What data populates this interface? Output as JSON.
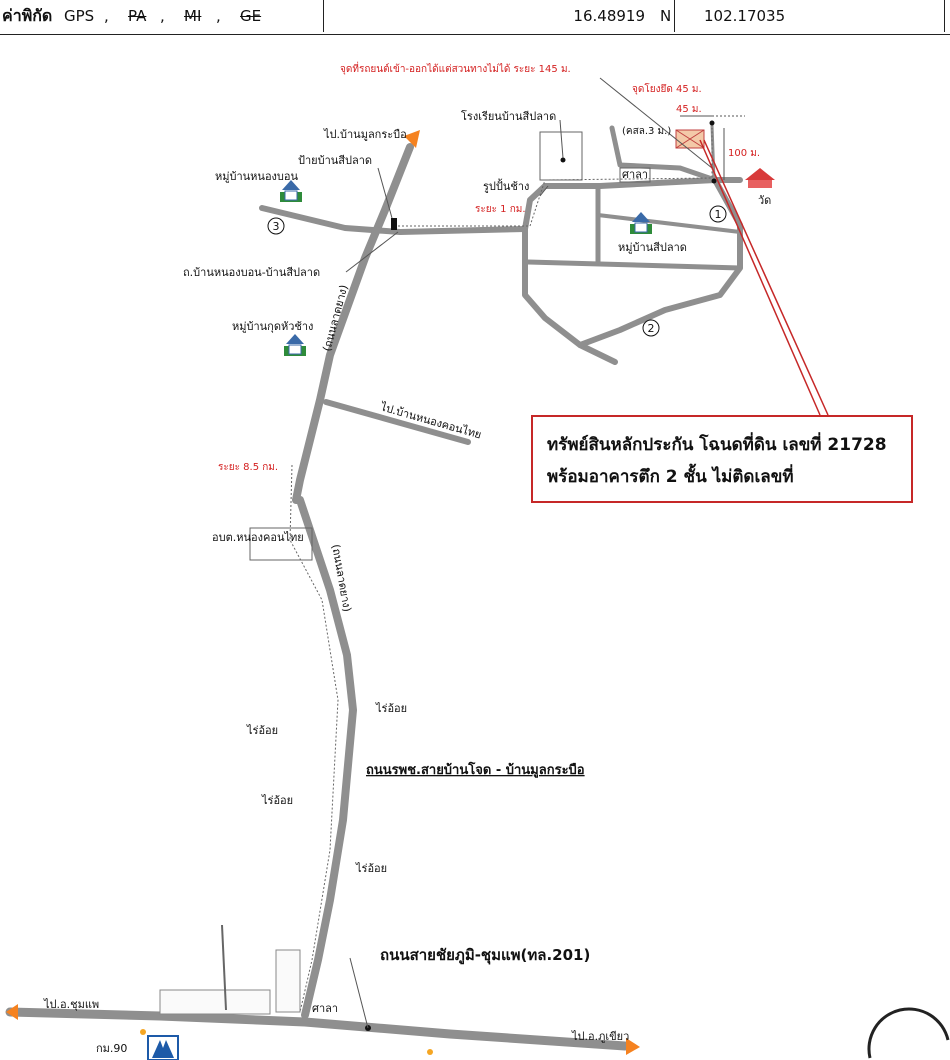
{
  "header": {
    "label": "ค่าพิกัด",
    "gps": "GPS",
    "sep1": ",",
    "pa": "PA",
    "sep2": ",",
    "mi": "MI",
    "sep3": ",",
    "ge": "GE",
    "latitude": "16.48919",
    "lat_dir": "N",
    "longitude": "102.17035"
  },
  "labels": {
    "to_mun_kra_bue": "ไป.บ้านมูลกระบือ",
    "sign_sipalad": "ป้ายบ้านสีปลาด",
    "village_nong_bon": "หมู่บ้านหนองบอน",
    "road_nongbon_sipalad": "ถ.บ้านหนองบอน-บ้านสีปลาด",
    "village_kud_hua_chang": "หมู่บ้านกุดหัวช้าง",
    "road_laterite_1": "(ถนนลาดยาง)",
    "road_laterite_2": "(ถนนลาดยาง)",
    "to_nong_khon_thai": "ไป.บ้านหนองคอนไทย",
    "distance_8_5": "ระยะ 8.5 กม.",
    "sao_nong_khon_thai": "อบต.หนองคอนไทย",
    "school_sipalad": "โรงเรียนบ้านสีปลาด",
    "elephant_statue": "รูปปั้นช้าง",
    "distance_1km": "ระยะ 1 กม.",
    "village_sipalad": "หมู่บ้านสีปลาด",
    "pavilion_top": "ศาลา",
    "temple": "วัด",
    "car_access_note": "จุดที่รถยนต์เข้า-ออกได้แต่สวนทางไม่ได้ ระยะ 145 ม.",
    "tie_point": "จุดโยงยึด 45 ม.",
    "dist_45": "45 ม.",
    "kasala": "(คสล.3 ม.)",
    "dist_100": "100 ม.",
    "marker_1": "1",
    "marker_2": "2",
    "marker_3": "3",
    "rai_oi_1": "ไร่อ้อย",
    "rai_oi_2": "ไร่อ้อย",
    "rai_oi_3": "ไร่อ้อย",
    "rai_oi_4": "ไร่อ้อย",
    "road_rpc": "ถนนรพช.สายบ้านโจด - บ้านมูลกระบือ",
    "highway_201": "ถนนสายชัยภูมิ-ชุมแพ(ทล.201)",
    "to_chum_phae": "ไป.อ.ชุมแพ",
    "to_phu_khiao": "ไป.อ.ภูเขียว",
    "pavilion_bottom": "ศาลา",
    "km_90": "กม.90"
  },
  "callout": {
    "line1": "ทรัพย์สินหลักประกัน โฉนดที่ดิน เลขที่ 21728",
    "line2": "พร้อมอาคารตึก 2 ชั้น ไม่ติดเลขที่"
  },
  "colors": {
    "road": "#8f8f8f",
    "annotation_red": "#d42020",
    "arrow_orange": "#f58220",
    "house_green": "#2e8b3a",
    "house_blue": "#3a6aa8",
    "temple_red": "#d83a3a"
  }
}
